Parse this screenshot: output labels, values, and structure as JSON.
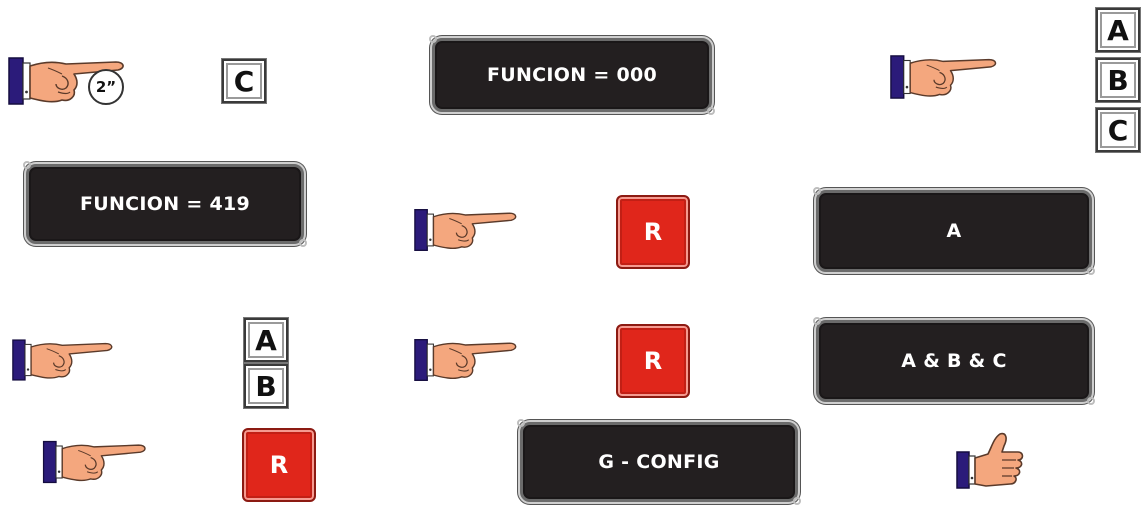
{
  "row1": {
    "hold_badge": "2”",
    "key_c": "C",
    "display": "FUNCION = 000",
    "key_stack": [
      "A",
      "B",
      "C"
    ]
  },
  "row2": {
    "display_left": "FUNCION = 419",
    "red_button": "R",
    "display_right": "A"
  },
  "row3": {
    "key_stack": [
      "A",
      "B"
    ],
    "red_button": "R",
    "display_right": "A & B & C"
  },
  "row4": {
    "red_button": "R",
    "display": "G - CONFIG"
  },
  "colors": {
    "display_bg": "#231f20",
    "red_button": "#e0261b",
    "skin": "#f4a77e",
    "cuff": "#2b1b7a"
  },
  "icons": [
    "pointing-hand-icon",
    "thumbs-up-icon"
  ]
}
